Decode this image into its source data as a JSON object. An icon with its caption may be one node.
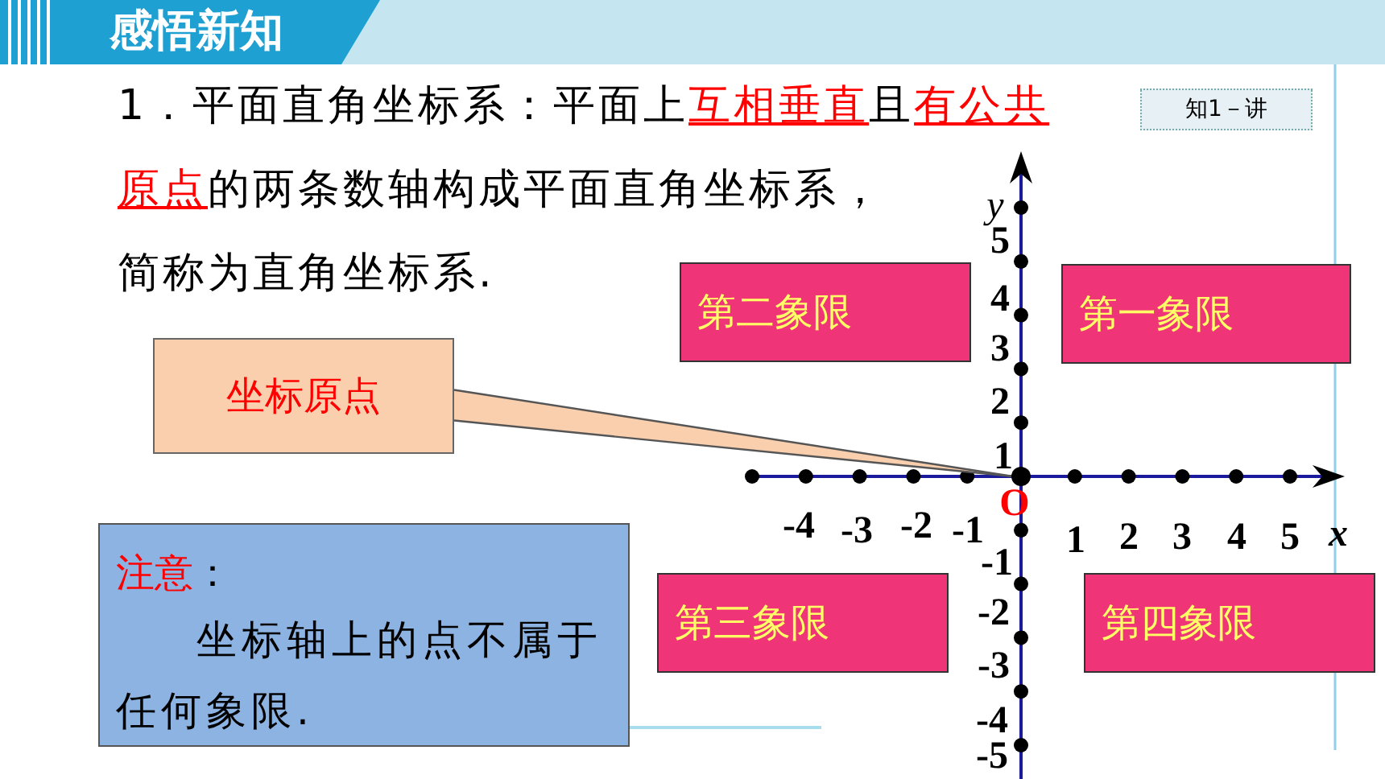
{
  "diagram": {
    "title": "感悟新知",
    "nodes": [
      {
        "text": [
          "坐标原点"
        ]
      },
      {
        "text": [],
        "shape": "circle"
      },
      {
        "text": [
          "第二象限"
        ]
      },
      {
        "text": [
          "第一象限"
        ]
      },
      {
        "text": [
          "第三象限"
        ]
      },
      {
        "text": [
          "第四象限"
        ]
      },
      {
        "text": [
          "**注意**：",
          "坐标轴上的点不属于任何象限."
        ]
      },
      {
        "text": [
          "知1－讲"
        ]
      }
    ],
    "edges": [
      {
        "from": 0,
        "to": 1,
        "arrow": "none"
      }
    ],
    "labels": [
      "1．平面直角坐标系：平面上**互相垂直**且**有公共原点**的两条数轴构成平面直角坐标系，",
      "简称为直角坐标系.",
      "y",
      "5",
      "4",
      "3",
      "2",
      "1",
      "O",
      "-4",
      "-3",
      "-2",
      "-1",
      "1",
      "2",
      "3",
      "4",
      "5",
      "x",
      "-1",
      "-2",
      "-3",
      "-4",
      "-5"
    ]
  }
}
